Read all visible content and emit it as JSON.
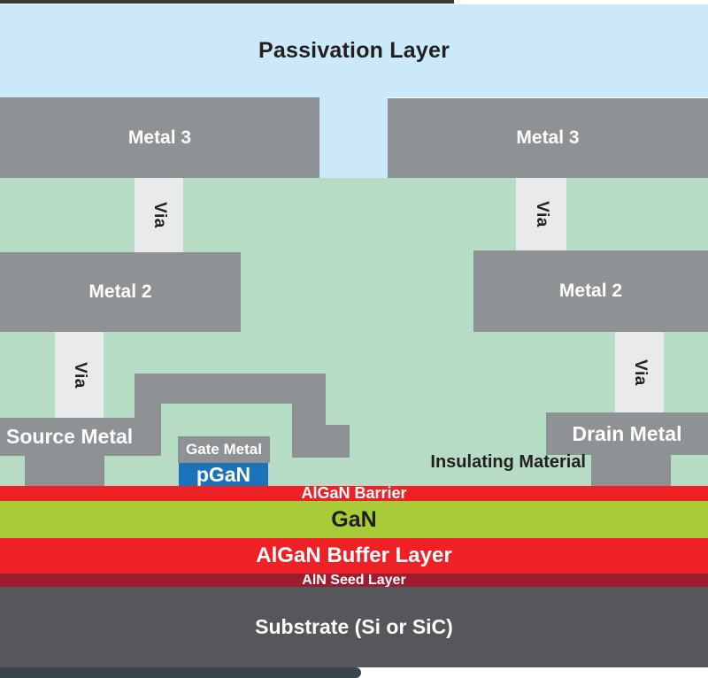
{
  "diagram": {
    "passivation": {
      "label": "Passivation Layer"
    },
    "metal3_left": {
      "label": "Metal 3"
    },
    "metal3_right": {
      "label": "Metal 3"
    },
    "metal2_left": {
      "label": "Metal 2"
    },
    "metal2_right": {
      "label": "Metal 2"
    },
    "via_upper_left": {
      "label": "Via"
    },
    "via_upper_right": {
      "label": "Via"
    },
    "via_lower_left": {
      "label": "Via"
    },
    "via_lower_right": {
      "label": "Via"
    },
    "source_metal": {
      "label": "Source Metal"
    },
    "drain_metal": {
      "label": "Drain Metal"
    },
    "gate_metal": {
      "label": "Gate Metal"
    },
    "pgan": {
      "label": "pGaN"
    },
    "insulating_material": {
      "label": "Insulating Material"
    },
    "algan_barrier": {
      "label": "AlGaN Barrier"
    },
    "gan": {
      "label": "GaN"
    },
    "algan_buffer": {
      "label": "AlGaN Buffer Layer"
    },
    "aln_seed": {
      "label": "AlN Seed Layer"
    },
    "substrate": {
      "label": "Substrate (Si or SiC)"
    }
  },
  "colors": {
    "passivation": "#cbe9f8",
    "insulator_mint": "#b7dcc5",
    "metal_gray": "#8f9295",
    "via_fill": "#e9eaec",
    "pgan_blue": "#1b73b9",
    "barrier_red": "#ee2127",
    "gan_lime": "#a7cc38",
    "seed_darkred": "#9d1c30",
    "substrate_gray": "#55575a",
    "bottom_bar": "#3a454c",
    "text_dark": "#231f20",
    "text_light": "#ffffff"
  }
}
